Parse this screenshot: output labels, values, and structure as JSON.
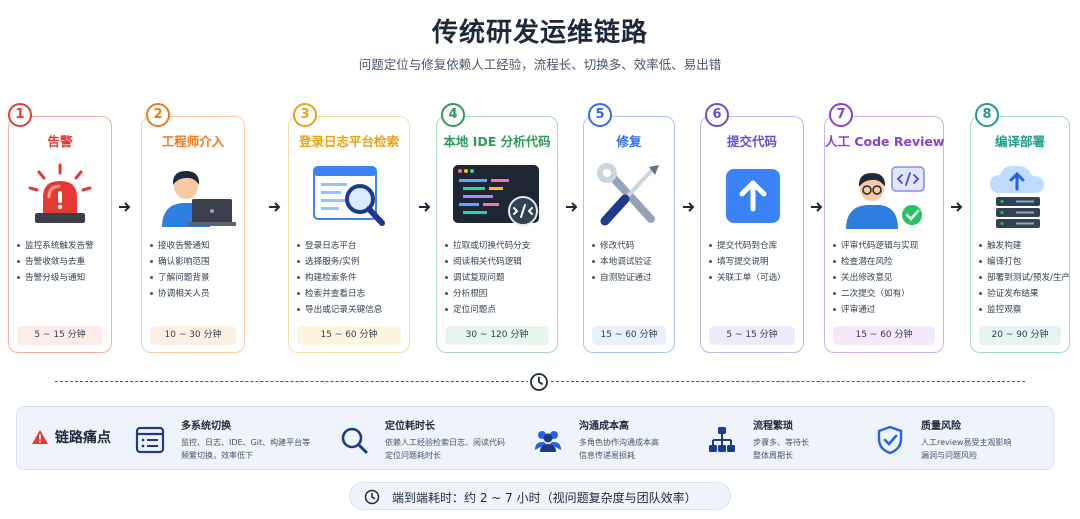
{
  "header": {
    "title": "传统研发运维链路",
    "subtitle": "问题定位与修复依赖人工经验，流程长、切换多、效率低、易出错"
  },
  "steps": [
    {
      "num": "1",
      "title": "告警",
      "color": "#e53935",
      "bg": "#fdecea",
      "items": [
        "监控系统触发告警",
        "告警收敛与去重",
        "告警分级与通知"
      ],
      "time": "5 ~ 15 分钟"
    },
    {
      "num": "2",
      "title": "工程师介入",
      "color": "#f07a1a",
      "bg": "#fdf0e3",
      "items": [
        "接收告警通知",
        "确认影响范围",
        "了解问题背景",
        "协调相关人员"
      ],
      "time": "10 ~ 30 分钟"
    },
    {
      "num": "3",
      "title": "登录日志平台检索",
      "color": "#e8a317",
      "bg": "#fdf5e0",
      "items": [
        "登录日志平台",
        "选择服务/实例",
        "构建检索条件",
        "检索并查看日志",
        "导出或记录关键信息"
      ],
      "time": "15 ~ 60 分钟"
    },
    {
      "num": "4",
      "title": "本地 IDE 分析代码",
      "color": "#2e9c5a",
      "bg": "#e7f5ec",
      "items": [
        "拉取或切换代码分支",
        "阅读相关代码逻辑",
        "调试复现问题",
        "分析根因",
        "定位问题点"
      ],
      "time": "30 ~ 120 分钟"
    },
    {
      "num": "5",
      "title": "修复",
      "color": "#2f6fe0",
      "bg": "#e8f0fc",
      "items": [
        "修改代码",
        "本地调试验证",
        "自测验证通过"
      ],
      "time": "15 ~ 60 分钟"
    },
    {
      "num": "6",
      "title": "提交代码",
      "color": "#6a4bd8",
      "bg": "#efeafb",
      "items": [
        "提交代码到仓库",
        "填写提交说明",
        "关联工单（可选）"
      ],
      "time": "5 ~ 15 分钟"
    },
    {
      "num": "7",
      "title": "人工 Code Review",
      "color": "#8e3fd0",
      "bg": "#f3e9fb",
      "items": [
        "评审代码逻辑与实现",
        "检查潜在风险",
        "关出修改意见",
        "二次提交（如有）",
        "评审通过"
      ],
      "time": "15 ~ 60 分钟"
    },
    {
      "num": "8",
      "title": "编译部署",
      "color": "#1f9c8a",
      "bg": "#e3f4f1",
      "items": [
        "触发构建",
        "编译打包",
        "部署到测试/预发/生产",
        "验证发布结果",
        "监控观察"
      ],
      "time": "20 ~ 90 分钟"
    }
  ],
  "pain": {
    "label": "链路痛点",
    "items": [
      {
        "icon": "window-list-icon",
        "title": "多系统切换",
        "desc": [
          "监控、日志、IDE、Git、构建平台等",
          "频繁切换，效率低下"
        ]
      },
      {
        "icon": "magnifier-icon",
        "title": "定位耗时长",
        "desc": [
          "依赖人工经验检索日志、阅读代码",
          "定位问题耗时长"
        ]
      },
      {
        "icon": "people-icon",
        "title": "沟通成本高",
        "desc": [
          "多角色协作沟通成本高",
          "信息传递易损耗"
        ]
      },
      {
        "icon": "flow-icon",
        "title": "流程繁琐",
        "desc": [
          "步骤多、等待长",
          "整体周期长"
        ]
      },
      {
        "icon": "shield-check-icon",
        "title": "质量风险",
        "desc": [
          "人工review易受主观影响",
          "漏洞与问题风险"
        ]
      }
    ]
  },
  "total": {
    "text": "端到端耗时：约 2 ~ 7 小时（视问题复杂度与团队效率）"
  }
}
